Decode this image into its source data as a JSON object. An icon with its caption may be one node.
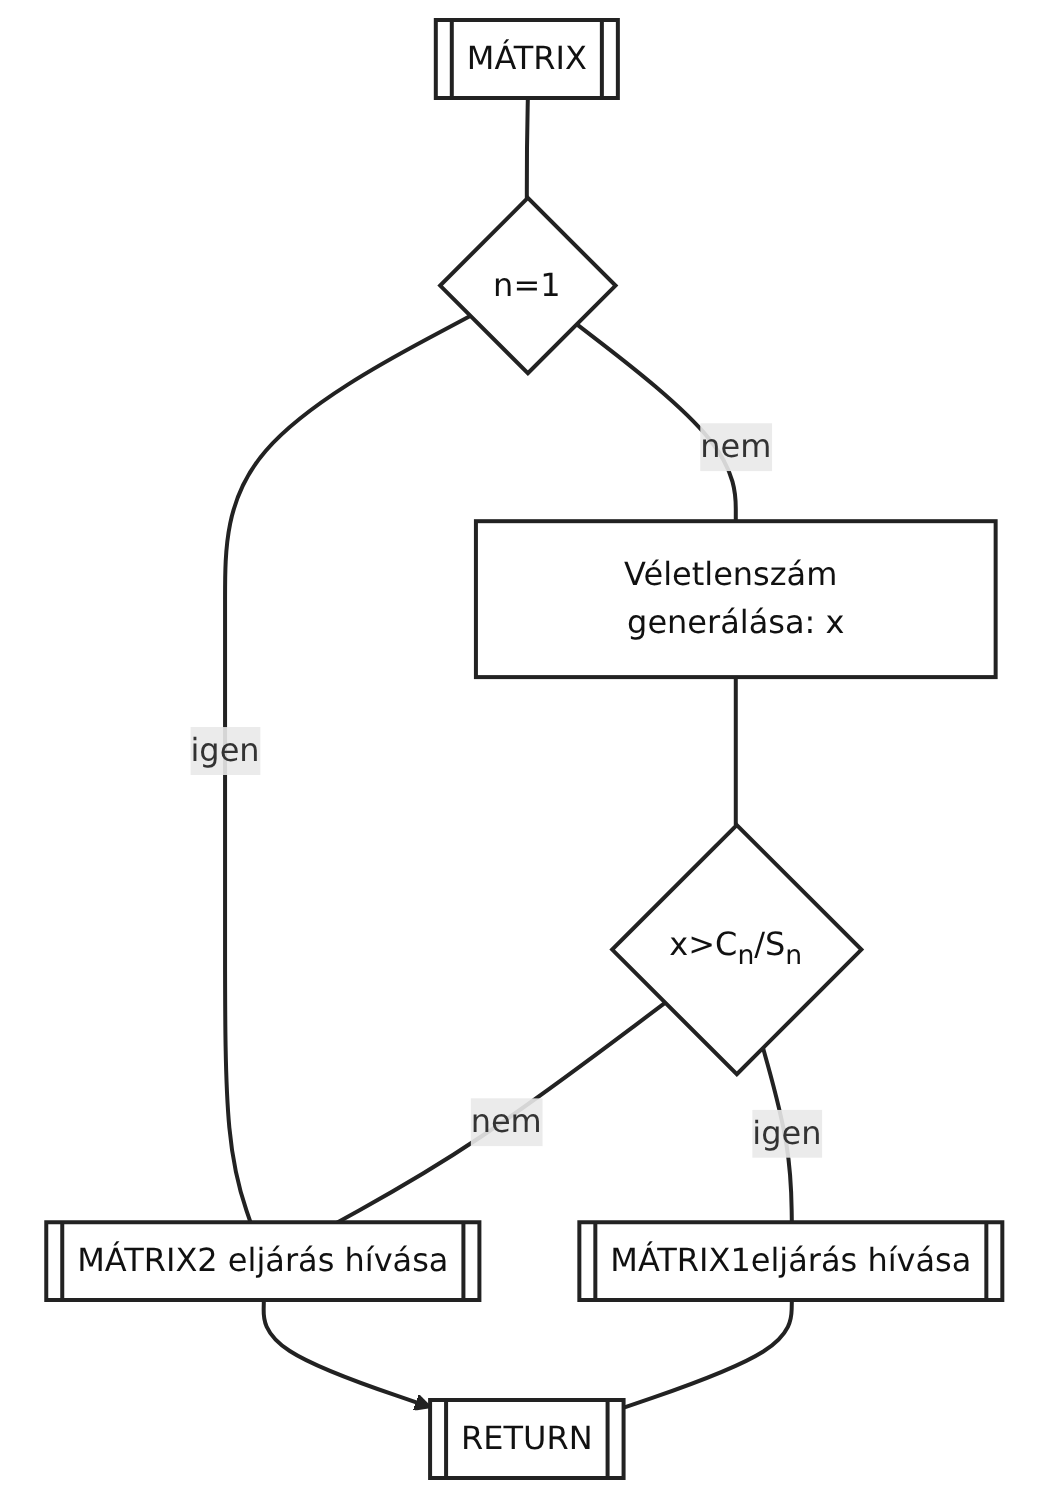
{
  "diagram": {
    "nodes": [
      {
        "text": [
          "MÁTRIX"
        ]
      },
      {
        "text": [
          "n=1"
        ]
      },
      {
        "text": [
          "Véletlenszám generálása: x"
        ]
      },
      {
        "text": [
          "x>C$_{n}$/S$_{n}$"
        ]
      },
      {
        "text": [
          "MÁTRIX1eljárás hívása"
        ]
      },
      {
        "text": [
          "MÁTRIX2 eljárás hívása"
        ]
      },
      {
        "text": [
          "RETURN"
        ]
      }
    ],
    "edges": [
      {
        "from": 0,
        "to": 1,
        "arrow": "none"
      },
      {
        "from": 1,
        "to": 5,
        "label": "igen",
        "arrow": "none"
      },
      {
        "from": 1,
        "to": 2,
        "label": "nem",
        "arrow": "none"
      },
      {
        "from": 2,
        "to": 3,
        "arrow": "none"
      },
      {
        "from": 3,
        "to": 5,
        "label": "nem",
        "arrow": "none"
      },
      {
        "from": 3,
        "to": 4,
        "label": "igen",
        "arrow": "none"
      },
      {
        "from": 4,
        "to": 6,
        "arrow": "none"
      },
      {
        "from": 5,
        "to": 6,
        "arrow": "to"
      }
    ]
  }
}
